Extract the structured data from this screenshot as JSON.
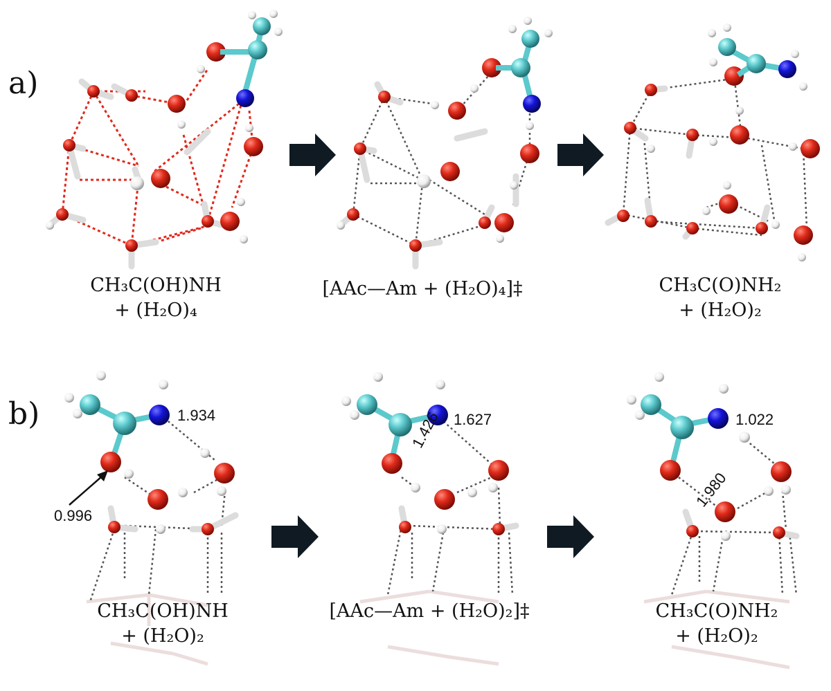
{
  "panels": {
    "a": {
      "label": "a)",
      "captions": [
        {
          "line1": "CH₃C(OH)NH",
          "line2": "+ (H₂O)₄"
        },
        {
          "line1": "[AAc—Am + (H₂O)₄]‡",
          "line2": ""
        },
        {
          "line1": "CH₃C(O)NH₂",
          "line2": "+ (H₂O)₂"
        }
      ]
    },
    "b": {
      "label": "b)",
      "captions": [
        {
          "line1": "CH₃C(OH)NH",
          "line2": "+ (H₂O)₂"
        },
        {
          "line1": "[AAc—Am + (H₂O)₂]‡",
          "line2": ""
        },
        {
          "line1": "CH₃C(O)NH₂",
          "line2": "+ (H₂O)₂"
        }
      ],
      "distances": [
        "1.934",
        "0.996",
        "1.627",
        "1.426",
        "1.022",
        "1.980"
      ]
    }
  },
  "colors": {
    "oxygen": "#e02a1a",
    "nitrogen": "#1414d8",
    "carbon": "#5cc9cc",
    "hydrogen": "#f2f2f2",
    "hbond_red": "#e0291c",
    "hbond_grey": "#555555",
    "arrow": "#0f1a22"
  }
}
